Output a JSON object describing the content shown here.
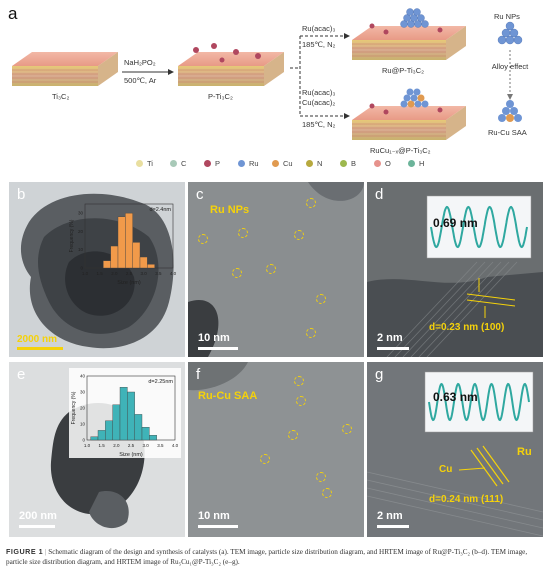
{
  "panel_a": {
    "letter": "a",
    "start_material": "Ti₃C₂",
    "step1_reagent": "NaH₂PO₂",
    "step1_condition": "500℃, Ar",
    "intermediate": "P-Ti₃C₂",
    "upper_route_reagent": "Ru(acac)₃",
    "upper_route_condition": "185℃, N₂",
    "upper_product": "Ru@P-Ti₃C₂",
    "lower_route_reagent1": "Ru(acac)₃",
    "lower_route_reagent2": "Cu(acac)₂",
    "lower_route_condition": "185℃, N₂",
    "lower_product": "RuCu₁₋ₓ@P-Ti₃C₂",
    "ru_nps_label": "Ru NPs",
    "alloy_label": "Alloy effect",
    "saa_label": "Ru-Cu SAA",
    "legend": [
      {
        "symbol": "Ti",
        "color": "#e9dfa0"
      },
      {
        "symbol": "C",
        "color": "#a8c9b8"
      },
      {
        "symbol": "P",
        "color": "#b0475f"
      },
      {
        "symbol": "Ru",
        "color": "#6f95d4"
      },
      {
        "symbol": "Cu",
        "color": "#e09a50"
      },
      {
        "symbol": "N",
        "color": "#b7a93e"
      },
      {
        "symbol": "B",
        "color": "#9db84e"
      },
      {
        "symbol": "O",
        "color": "#e6928c"
      },
      {
        "symbol": "H",
        "color": "#6cb49a"
      }
    ]
  },
  "panel_b": {
    "letter": "b",
    "scalebar": "2000 nm",
    "hist_annotation": "d=2.4nm",
    "hist_xlabel": "Size (nm)",
    "hist_ylabel": "Frequency (%)",
    "hist_ticks_x": [
      "1.0",
      "1.5",
      "2.0",
      "2.5",
      "3.0",
      "3.5",
      "4.0"
    ],
    "hist_ticks_y": [
      "0",
      "10",
      "20",
      "30"
    ]
  },
  "panel_c": {
    "letter": "c",
    "title": "Ru NPs",
    "scalebar": "10 nm"
  },
  "panel_d": {
    "letter": "d",
    "lattice_spacing": "0.69 nm",
    "d_spacing": "d=0.23 nm (100)",
    "scalebar": "2 nm"
  },
  "panel_e": {
    "letter": "e",
    "scalebar": "200 nm",
    "hist_annotation": "d=2.25nm",
    "hist_xlabel": "Size (nm)",
    "hist_ylabel": "Frequency (%)",
    "hist_ticks_x": [
      "1.0",
      "1.5",
      "2.0",
      "2.5",
      "3.0",
      "3.5",
      "4.0"
    ],
    "hist_ticks_y": [
      "0",
      "10",
      "20",
      "30",
      "40"
    ]
  },
  "panel_f": {
    "letter": "f",
    "title": "Ru-Cu SAA",
    "scalebar": "10 nm"
  },
  "panel_g": {
    "letter": "g",
    "lattice_spacing": "0.63 nm",
    "label_ru": "Ru",
    "label_cu": "Cu",
    "d_spacing": "d=0.24 nm (111)",
    "scalebar": "2 nm"
  },
  "caption": {
    "figure_label": "FIGURE 1",
    "line1": "Schematic diagram of the design and synthesis of catalysts (a). TEM image, particle size distribution diagram, and HRTEM image of",
    "line2": "Ru@P-Ti₃C₂ (b–d). TEM image, particle size distribution diagram, and HRTEM image of Ru₅Cu₁@P-Ti₃C₂ (e–g)."
  },
  "chart_data": [
    {
      "type": "bar",
      "panel": "b",
      "xlabel": "Size (nm)",
      "ylabel": "Frequency (%)",
      "categories": [
        "1.75",
        "2.0",
        "2.25",
        "2.5",
        "2.75",
        "3.0",
        "3.25"
      ],
      "values": [
        4,
        12,
        28,
        30,
        14,
        6,
        2
      ],
      "ylim": [
        0,
        35
      ],
      "xlim": [
        1.0,
        4.0
      ]
    },
    {
      "type": "bar",
      "panel": "e",
      "xlabel": "Size (nm)",
      "ylabel": "Frequency (%)",
      "categories": [
        "1.25",
        "1.5",
        "1.75",
        "2.0",
        "2.25",
        "2.5",
        "2.75",
        "3.0",
        "3.25"
      ],
      "values": [
        2,
        6,
        12,
        22,
        33,
        30,
        16,
        8,
        3
      ],
      "ylim": [
        0,
        40
      ],
      "xlim": [
        1.0,
        4.0
      ]
    }
  ]
}
